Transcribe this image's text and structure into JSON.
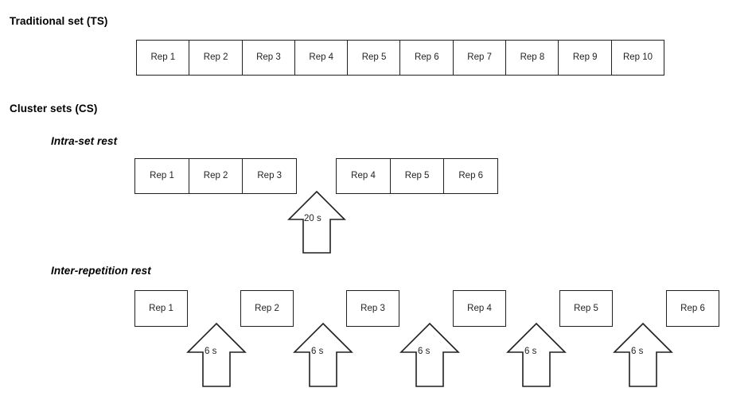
{
  "sections": {
    "traditional": {
      "title": "Traditional set (TS)",
      "reps": [
        "Rep 1",
        "Rep 2",
        "Rep 3",
        "Rep 4",
        "Rep 5",
        "Rep 6",
        "Rep 7",
        "Rep 8",
        "Rep 9",
        "Rep 10"
      ]
    },
    "cluster": {
      "title": "Cluster sets (CS)",
      "intra": {
        "title": "Intra-set rest",
        "group_a": [
          "Rep 1",
          "Rep 2",
          "Rep 3"
        ],
        "group_b": [
          "Rep 4",
          "Rep 5",
          "Rep 6"
        ],
        "rest_label": "20 s"
      },
      "inter": {
        "title": "Inter-repetition rest",
        "reps": [
          "Rep 1",
          "Rep 2",
          "Rep 3",
          "Rep 4",
          "Rep 5",
          "Rep 6"
        ],
        "rest_labels": [
          "6 s",
          "6 s",
          "6 s",
          "6 s",
          "6 s"
        ]
      }
    }
  },
  "colors": {
    "stroke": "#231f20",
    "background": "#ffffff",
    "text": "#000000"
  }
}
